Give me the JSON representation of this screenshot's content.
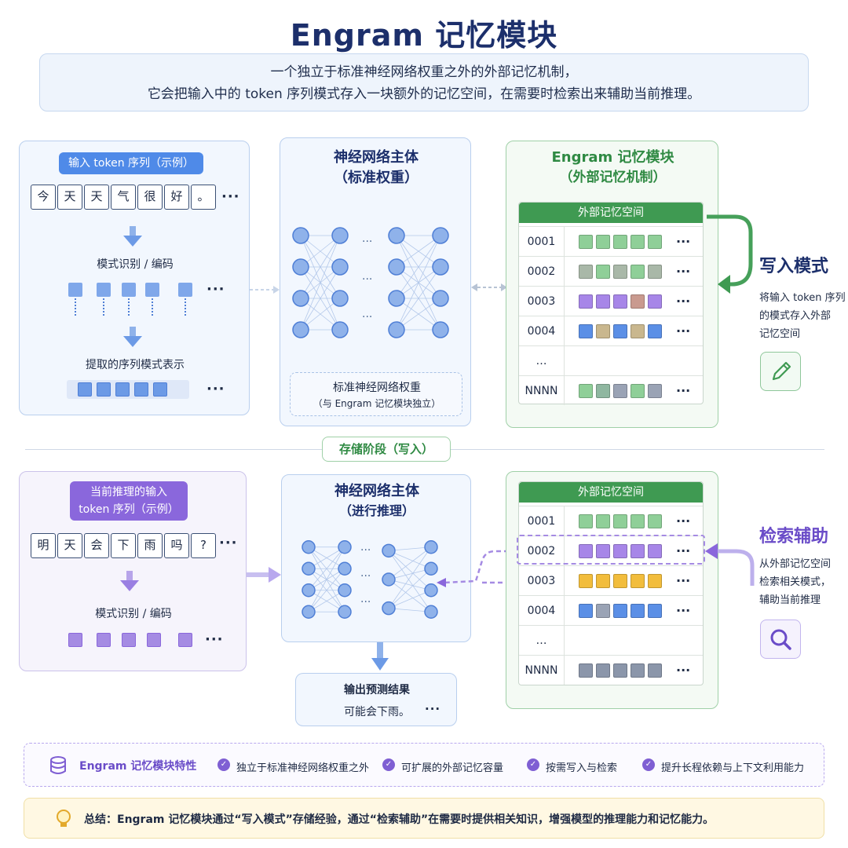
{
  "title": "Engram 记忆模块",
  "subtitle": {
    "line1": "一个独立于标准神经网络权重之外的外部记忆机制，",
    "line2": "它会把输入中的 token 序列模式存入一块额外的记忆空间，在需要时检索出来辅助当前推理。"
  },
  "top": {
    "input_pill": "输入 token 序列（示例）",
    "tokens": [
      "今",
      "天",
      "天",
      "气",
      "很",
      "好",
      "。"
    ],
    "ellipsis": "···",
    "step1": "模式识别 / 编码",
    "step2": "提取的序列模式表示",
    "nn_title": "神经网络主体",
    "nn_sub": "（标准权重）",
    "nn_note1": "标准神经网络权重",
    "nn_note2": "（与 Engram 记忆模块独立）",
    "engram_title": "Engram 记忆模块",
    "engram_sub": "（外部记忆机制）",
    "memory_header": "外部记忆空间",
    "rows": [
      {
        "id": "0001",
        "colors": [
          "#8fcf98",
          "#8fcf98",
          "#8fcf98",
          "#8fcf98",
          "#8fcf98"
        ]
      },
      {
        "id": "0002",
        "colors": [
          "#a9b8a8",
          "#8fcf98",
          "#a9b8a8",
          "#8fcf98",
          "#a9b8a8"
        ]
      },
      {
        "id": "0003",
        "colors": [
          "#a786e8",
          "#a786e8",
          "#a786e8",
          "#c99a8f",
          "#a786e8"
        ]
      },
      {
        "id": "0004",
        "colors": [
          "#5b8fe6",
          "#c9b78e",
          "#5b8fe6",
          "#c9b78e",
          "#5b8fe6"
        ]
      },
      {
        "id": "…",
        "colors": []
      },
      {
        "id": "NNNN",
        "colors": [
          "#8fcf98",
          "#8fb7a0",
          "#9aa3b5",
          "#8fcf98",
          "#9aa3b5"
        ]
      }
    ],
    "write_title": "写入模式",
    "write_desc1": "将输入 token 序列",
    "write_desc2": "的模式存入外部",
    "write_desc3": "记忆空间"
  },
  "divider_label": "存储阶段（写入）",
  "bottom": {
    "input_pill_line1": "当前推理的输入",
    "input_pill_line2": "token 序列（示例）",
    "tokens": [
      "明",
      "天",
      "会",
      "下",
      "雨",
      "吗",
      "?"
    ],
    "ellipsis": "···",
    "step1": "模式识别 / 编码",
    "nn_title": "神经网络主体",
    "nn_sub": "（进行推理）",
    "output_title": "输出预测结果",
    "output_text": "可能会下雨。",
    "output_ellipsis": "···",
    "memory_header": "外部记忆空间",
    "rows": [
      {
        "id": "0001",
        "colors": [
          "#8fcf98",
          "#8fcf98",
          "#8fcf98",
          "#8fcf98",
          "#8fcf98"
        ]
      },
      {
        "id": "0002",
        "colors": [
          "#a786e8",
          "#a786e8",
          "#a786e8",
          "#a786e8",
          "#a786e8"
        ]
      },
      {
        "id": "0003",
        "colors": [
          "#f2bd3c",
          "#f2bd3c",
          "#f2bd3c",
          "#f2bd3c",
          "#f2bd3c"
        ]
      },
      {
        "id": "0004",
        "colors": [
          "#5b8fe6",
          "#9aa3b5",
          "#5b8fe6",
          "#5b8fe6",
          "#5b8fe6"
        ]
      },
      {
        "id": "…",
        "colors": []
      },
      {
        "id": "NNNN",
        "colors": [
          "#8b96aa",
          "#8b96aa",
          "#8b96aa",
          "#8b96aa",
          "#8b96aa"
        ]
      }
    ],
    "retrieve_title": "检索辅助",
    "retrieve_desc1": "从外部记忆空间",
    "retrieve_desc2": "检索相关模式，",
    "retrieve_desc3": "辅助当前推理"
  },
  "features": {
    "title": "Engram 记忆模块特性",
    "items": [
      "独立于标准神经网络权重之外",
      "可扩展的外部记忆容量",
      "按需写入与检索",
      "提升长程依赖与上下文利用能力"
    ]
  },
  "summary": "总结：Engram 记忆模块通过“写入模式”存储经验，通过“检索辅助”在需要时提供相关知识，增强模型的推理能力和记忆能力。",
  "colors": {
    "title": "#1c2f6b",
    "blue": "#4f8ae8",
    "green": "#3f9a52",
    "purple": "#7f5fd3"
  }
}
